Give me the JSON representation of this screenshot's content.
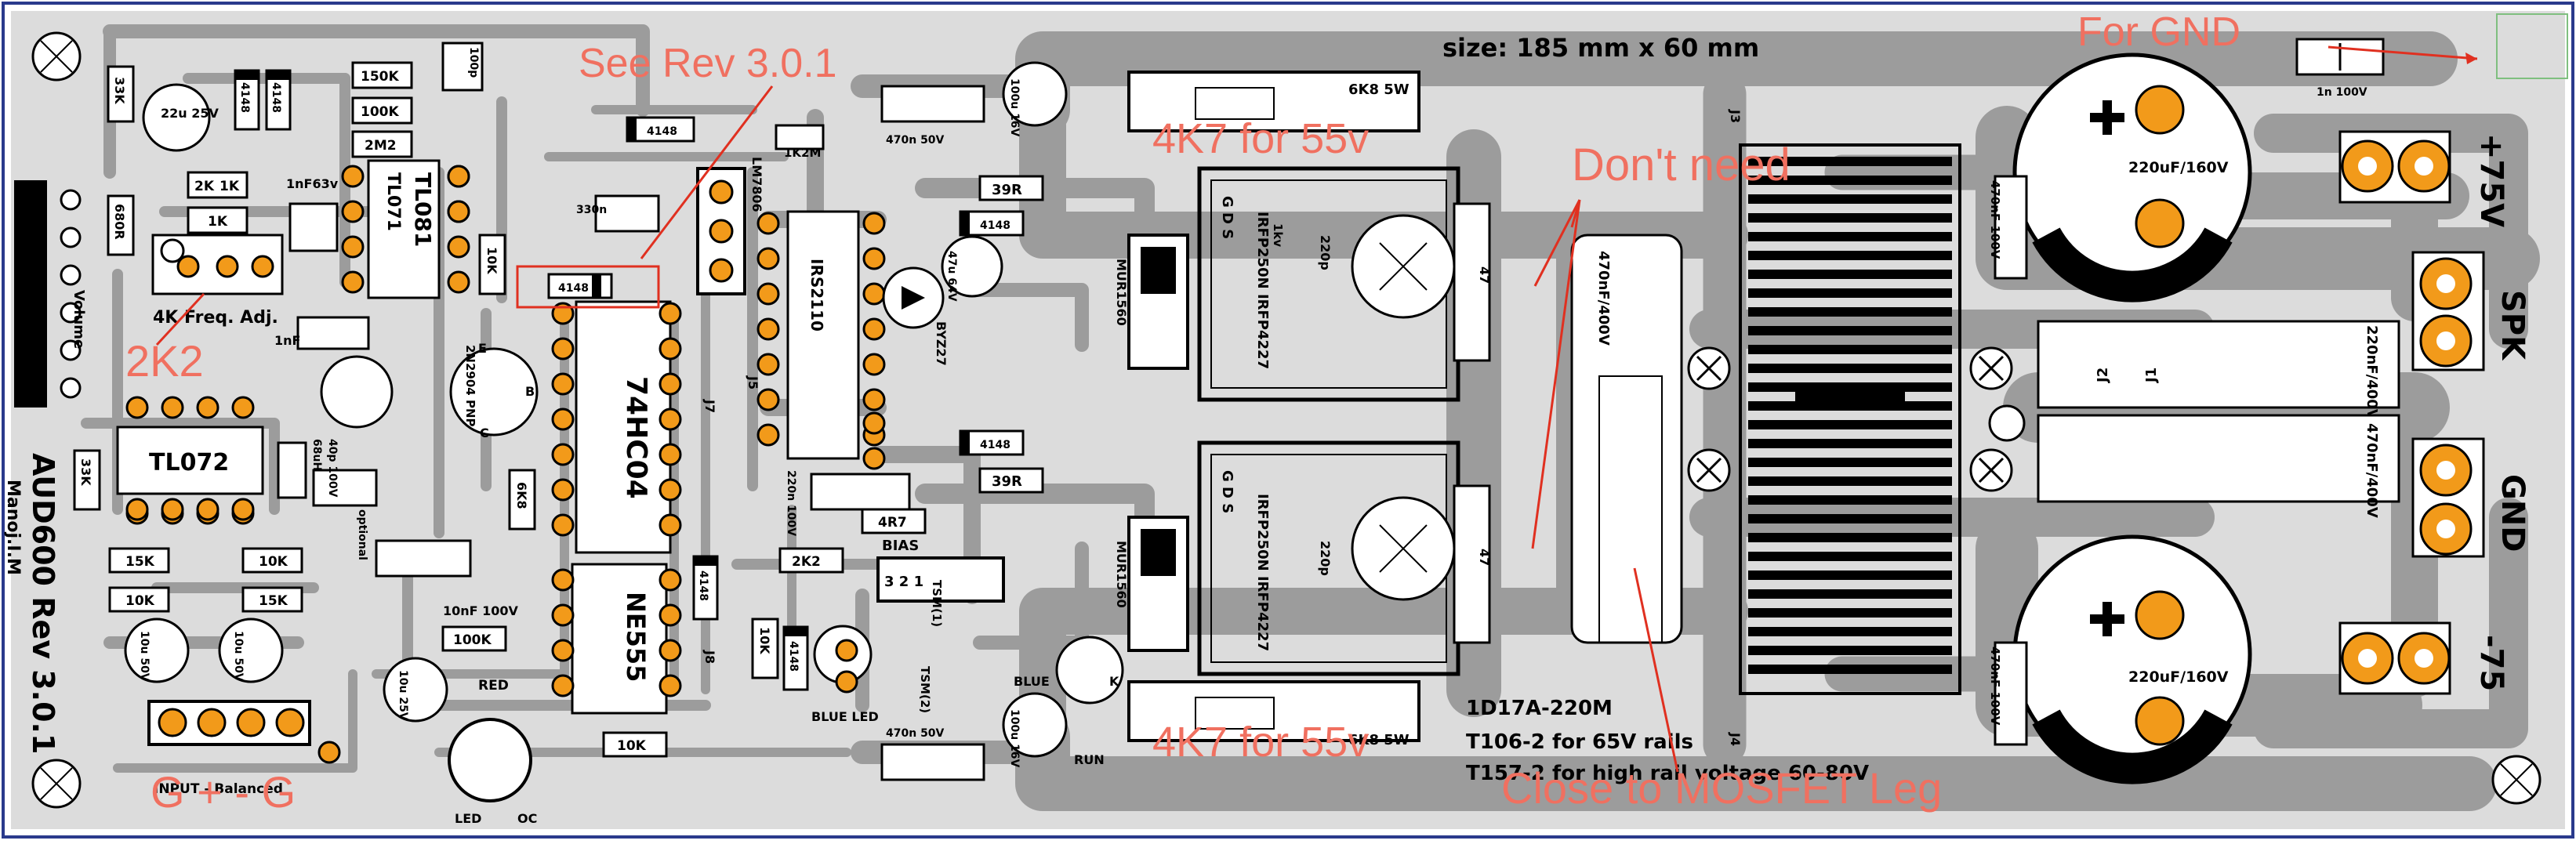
{
  "board": {
    "size_note": "size: 185 mm x 60 mm",
    "title": "AUD600 Rev 3.0.1",
    "author": "Manoj.I.M",
    "volume_label": "Volume",
    "freq_label": "4K Freq. Adj.",
    "input_label": "INPUT - Balanced",
    "input_pins": "G + - G",
    "bias_label": "BIAS",
    "bias_pins": "3   2   1",
    "red_label": "RED",
    "led_label": "LED",
    "blue_label": "BLUE",
    "blue_led_label": "BLUE LED",
    "run_label": "RUN",
    "optional_label": "optional",
    "inductor_note": "1D17A-220M",
    "core_note_1": "T106-2 for 65V rails",
    "core_note_2": "T157-2 for high rail voltage 60-80V"
  },
  "terminals": {
    "pos": "+75V",
    "spk": "SPK",
    "gnd": "GND",
    "neg": "-75"
  },
  "annotations": {
    "for_gnd": "For GND",
    "see_rev": "See Rev 3.0.1",
    "dont_need": "Don't need",
    "r_2k2": "2K2",
    "r_4k7_top": "4K7 for 55v",
    "r_4k7_bottom": "4K7 for 55v",
    "close_mosfet": "Close to MOSFET Leg"
  },
  "components": {
    "ic_74hc04": "74HC04",
    "ic_ne555": "NE555",
    "ic_tl071": "TL071",
    "ic_tl081": "TL081",
    "ic_tl072": "TL072",
    "ic_ir2110": "IRS2110",
    "ic_lm7806": "LM7806",
    "q_top": "IRFP250N IRFP4227",
    "q_bottom": "IRFP250N IRFP4227",
    "q_bc": "2N2904 PNP",
    "d_top": "MUR1560",
    "d_bottom": "MUR1560",
    "d_byz": "BYZ27",
    "tsm_label": "TSM(1)",
    "tsm2_label": "TSM(2)",
    "cap_220u_top": "220uF/160V",
    "cap_220u_bottom": "220uF/160V",
    "cap_470n_400v": "470nF/400V",
    "cap_220n_400v": "220nF/400V",
    "cap_470n_400v_b": "470nF/400V",
    "cap_470n_100v_top": "470nF 100V",
    "cap_470n_100v_bottom": "470nF 100V",
    "cap_1n_100v": "1n 100V",
    "cap_470n_50v_top": "470n 50V",
    "cap_470n_50v_bottom": "470n 50V",
    "cap_100u_top": "100u 16V",
    "cap_100u_bottom": "100u 16V",
    "cap_22u": "22u 25V",
    "cap_100p": "100p",
    "res_6k8_top": "6K8 5W",
    "res_6k8_bottom": "6K8 5W",
    "res_39r_top": "39R",
    "res_39r_bottom": "39R",
    "res_33k": "33K",
    "res_33k_b": "33K",
    "res_150k": "150K",
    "res_100k": "100K",
    "res_2m2": "2M2",
    "res_2k": "2K",
    "res_1k_a": "1K",
    "res_1k_b": "1K",
    "res_680r": "680R",
    "res_10k_a": "10K",
    "res_10k_b": "10K",
    "res_10k_c": "10K",
    "res_15k_a": "15K",
    "res_15k_b": "15K",
    "res_10k_d": "10K",
    "res_10k_e": "10K",
    "res_6k8": "6K8",
    "res_2k2": "2K2",
    "res_4r7": "4R7",
    "res_100k_b": "100K",
    "res_1k2m": "1K2M",
    "res_47_top": "47",
    "res_47_bottom": "47",
    "cap_220p_top": "220p",
    "cap_220p_bottom": "220p",
    "cap_1nf63v": "1nF63v",
    "cap_1nf": "1nF",
    "cap_10nf": "10nF 100V",
    "cap_220n": "220n 100V",
    "cap_330n": "330n",
    "cap_68uh": "68uH",
    "cap_40p": "40p 100V",
    "cap_47u": "47u 64V",
    "cap_10u_a": "10u 50V",
    "cap_10u_b": "10u 50V",
    "cap_10u_c": "10u 25V",
    "diode_4148": "4148",
    "jumper_j1": "J1",
    "jumper_j2": "J2",
    "jumper_j3": "J3",
    "jumper_j4": "J4",
    "jumper_j5": "J5",
    "jumper_j7": "J7",
    "jumper_j8": "J8",
    "label_b": "B",
    "label_e": "E",
    "label_c": "C",
    "label_k": "K",
    "label_oc": "OC",
    "label_gds": "G D S",
    "label_1kv": "1kv"
  },
  "colors": {
    "board": "#dcdcdc",
    "copper": "#9c9c9c",
    "pad": "#f29a1a",
    "silk": "#000000",
    "annotation": "#f07060"
  }
}
